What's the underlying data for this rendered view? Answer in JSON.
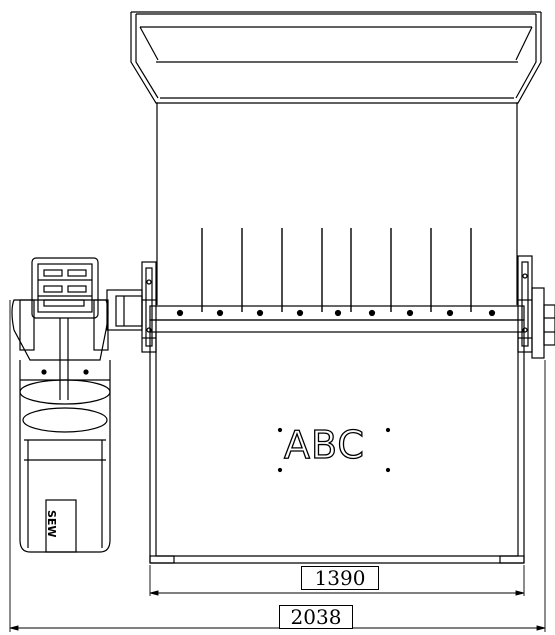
{
  "dimensions": {
    "inner_width": "1390",
    "outer_width": "2038"
  },
  "logo": {
    "text": "ABC"
  },
  "motor_brand": {
    "text": "SEW"
  }
}
